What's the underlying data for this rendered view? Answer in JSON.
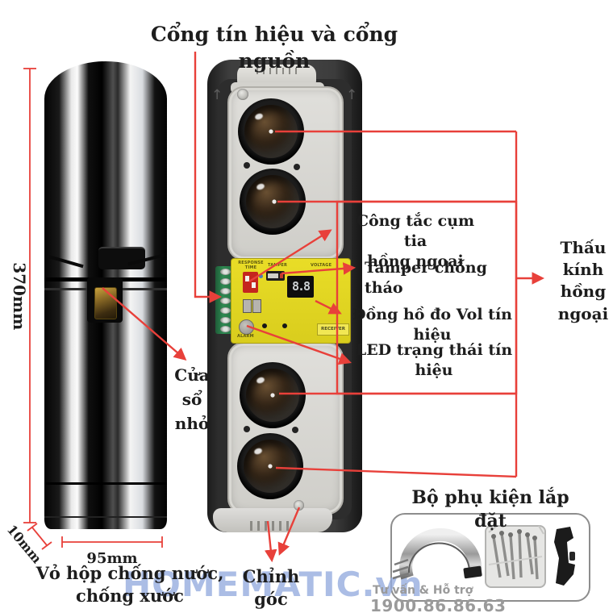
{
  "labels": {
    "top_port": "Cổng tín hiệu và cổng nguồn",
    "cong_tac_1": "Công tắc cụm tia",
    "cong_tac_2": "hồng ngoại",
    "tamper": "Tamper chống tháo",
    "dong_ho": "Đồng hồ đo Vol tín hiệu",
    "led_1": "LED trạng thái tín",
    "led_2": "hiệu",
    "thau_1": "Thấu",
    "thau_2": "kính",
    "thau_3": "hồng",
    "thau_4": "ngoại",
    "cua_so_1": "Cửa",
    "cua_so_2": "sổ",
    "cua_so_3": "nhỏ",
    "chinh_goc": "Chỉnh góc",
    "vo_hop_1": "Vỏ hộp chống nước,",
    "vo_hop_2": "chống xước",
    "bo_phu_kien": "Bộ phụ kiện lắp đặt"
  },
  "dimensions": {
    "height": "370mm",
    "width": "95mm",
    "depth": "10mm"
  },
  "board": {
    "response_time": "RESPONSE TIME",
    "tamper": "TAMPER",
    "voltage": "VOLTAGE",
    "display": "8.8",
    "alarm": "ALARM",
    "receiver": "RECEIVER"
  },
  "footer": {
    "watermark": "HOMEMATIC.vn",
    "support_line": "Tư vấn & Hỗ trợ",
    "hotline": "1900.86.86.63"
  },
  "colors": {
    "annotation_red": "#e8403a",
    "label_black": "#1d1d1d",
    "pcb_yellow": "#e4d925",
    "terminal_green": "#2f8a52",
    "watermark_blue": "#94aade",
    "hotline_gray": "#9a9a9a"
  }
}
